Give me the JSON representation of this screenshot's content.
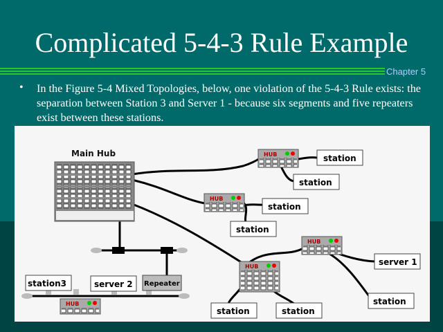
{
  "title": "Complicated 5-4-3 Rule Example",
  "chapter": "Chapter 5",
  "bullet": "•",
  "body": "In the Figure 5-4  Mixed Topologies, below, one violation of the 5-4-3 Rule exists: the separation between Station 3 and Server 1 -  because six segments and five repeaters exist between these stations.",
  "diagram": {
    "main_hub": "Main Hub",
    "hub_label": "HUB",
    "station": "station",
    "station3": "station3",
    "server1": "server 1",
    "server2": "server 2",
    "repeater": "Repeater"
  }
}
